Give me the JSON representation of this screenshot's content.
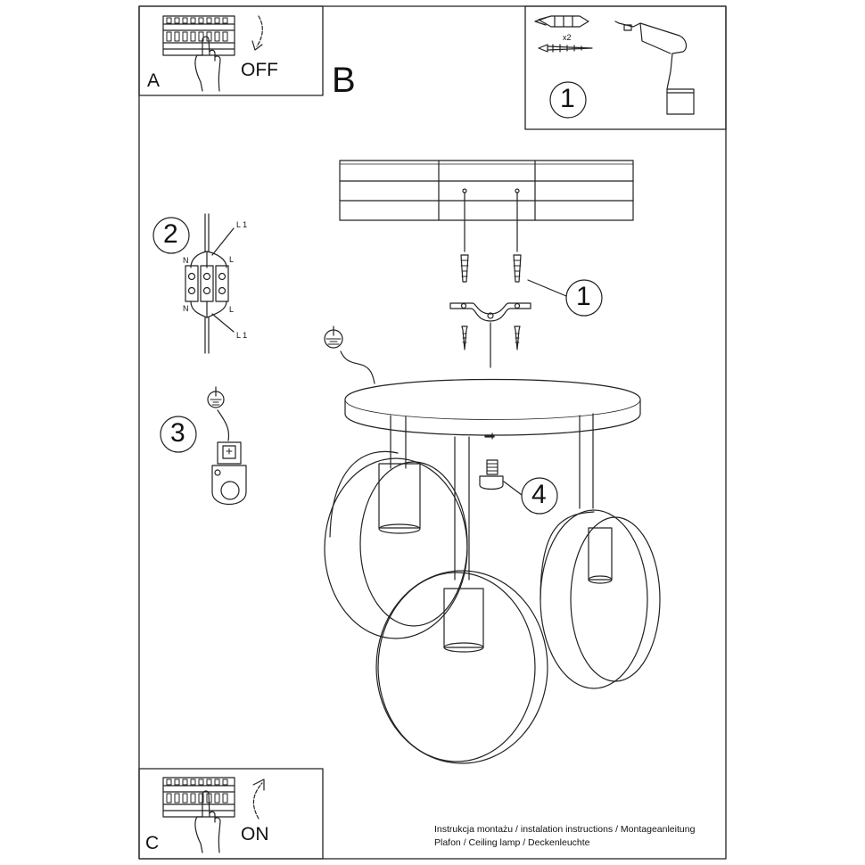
{
  "panels": {
    "a": {
      "letter": "A",
      "state": "OFF"
    },
    "b": {
      "letter": "B"
    },
    "c": {
      "letter": "C",
      "state": "ON"
    }
  },
  "steps": {
    "s1_top": "1",
    "s1_main": "1",
    "s2": "2",
    "s3": "3",
    "s4": "4"
  },
  "parts": {
    "dowel_qty": "x2"
  },
  "wiring": {
    "l1_top": "L 1",
    "l1_bottom": "L 1",
    "n": "N",
    "l": "L"
  },
  "footer": {
    "line1": "Instrukcja montażu / instalation instructions / Montageanleitung",
    "line2": "Plafon / Ceiling lamp / Deckenleuchte"
  }
}
